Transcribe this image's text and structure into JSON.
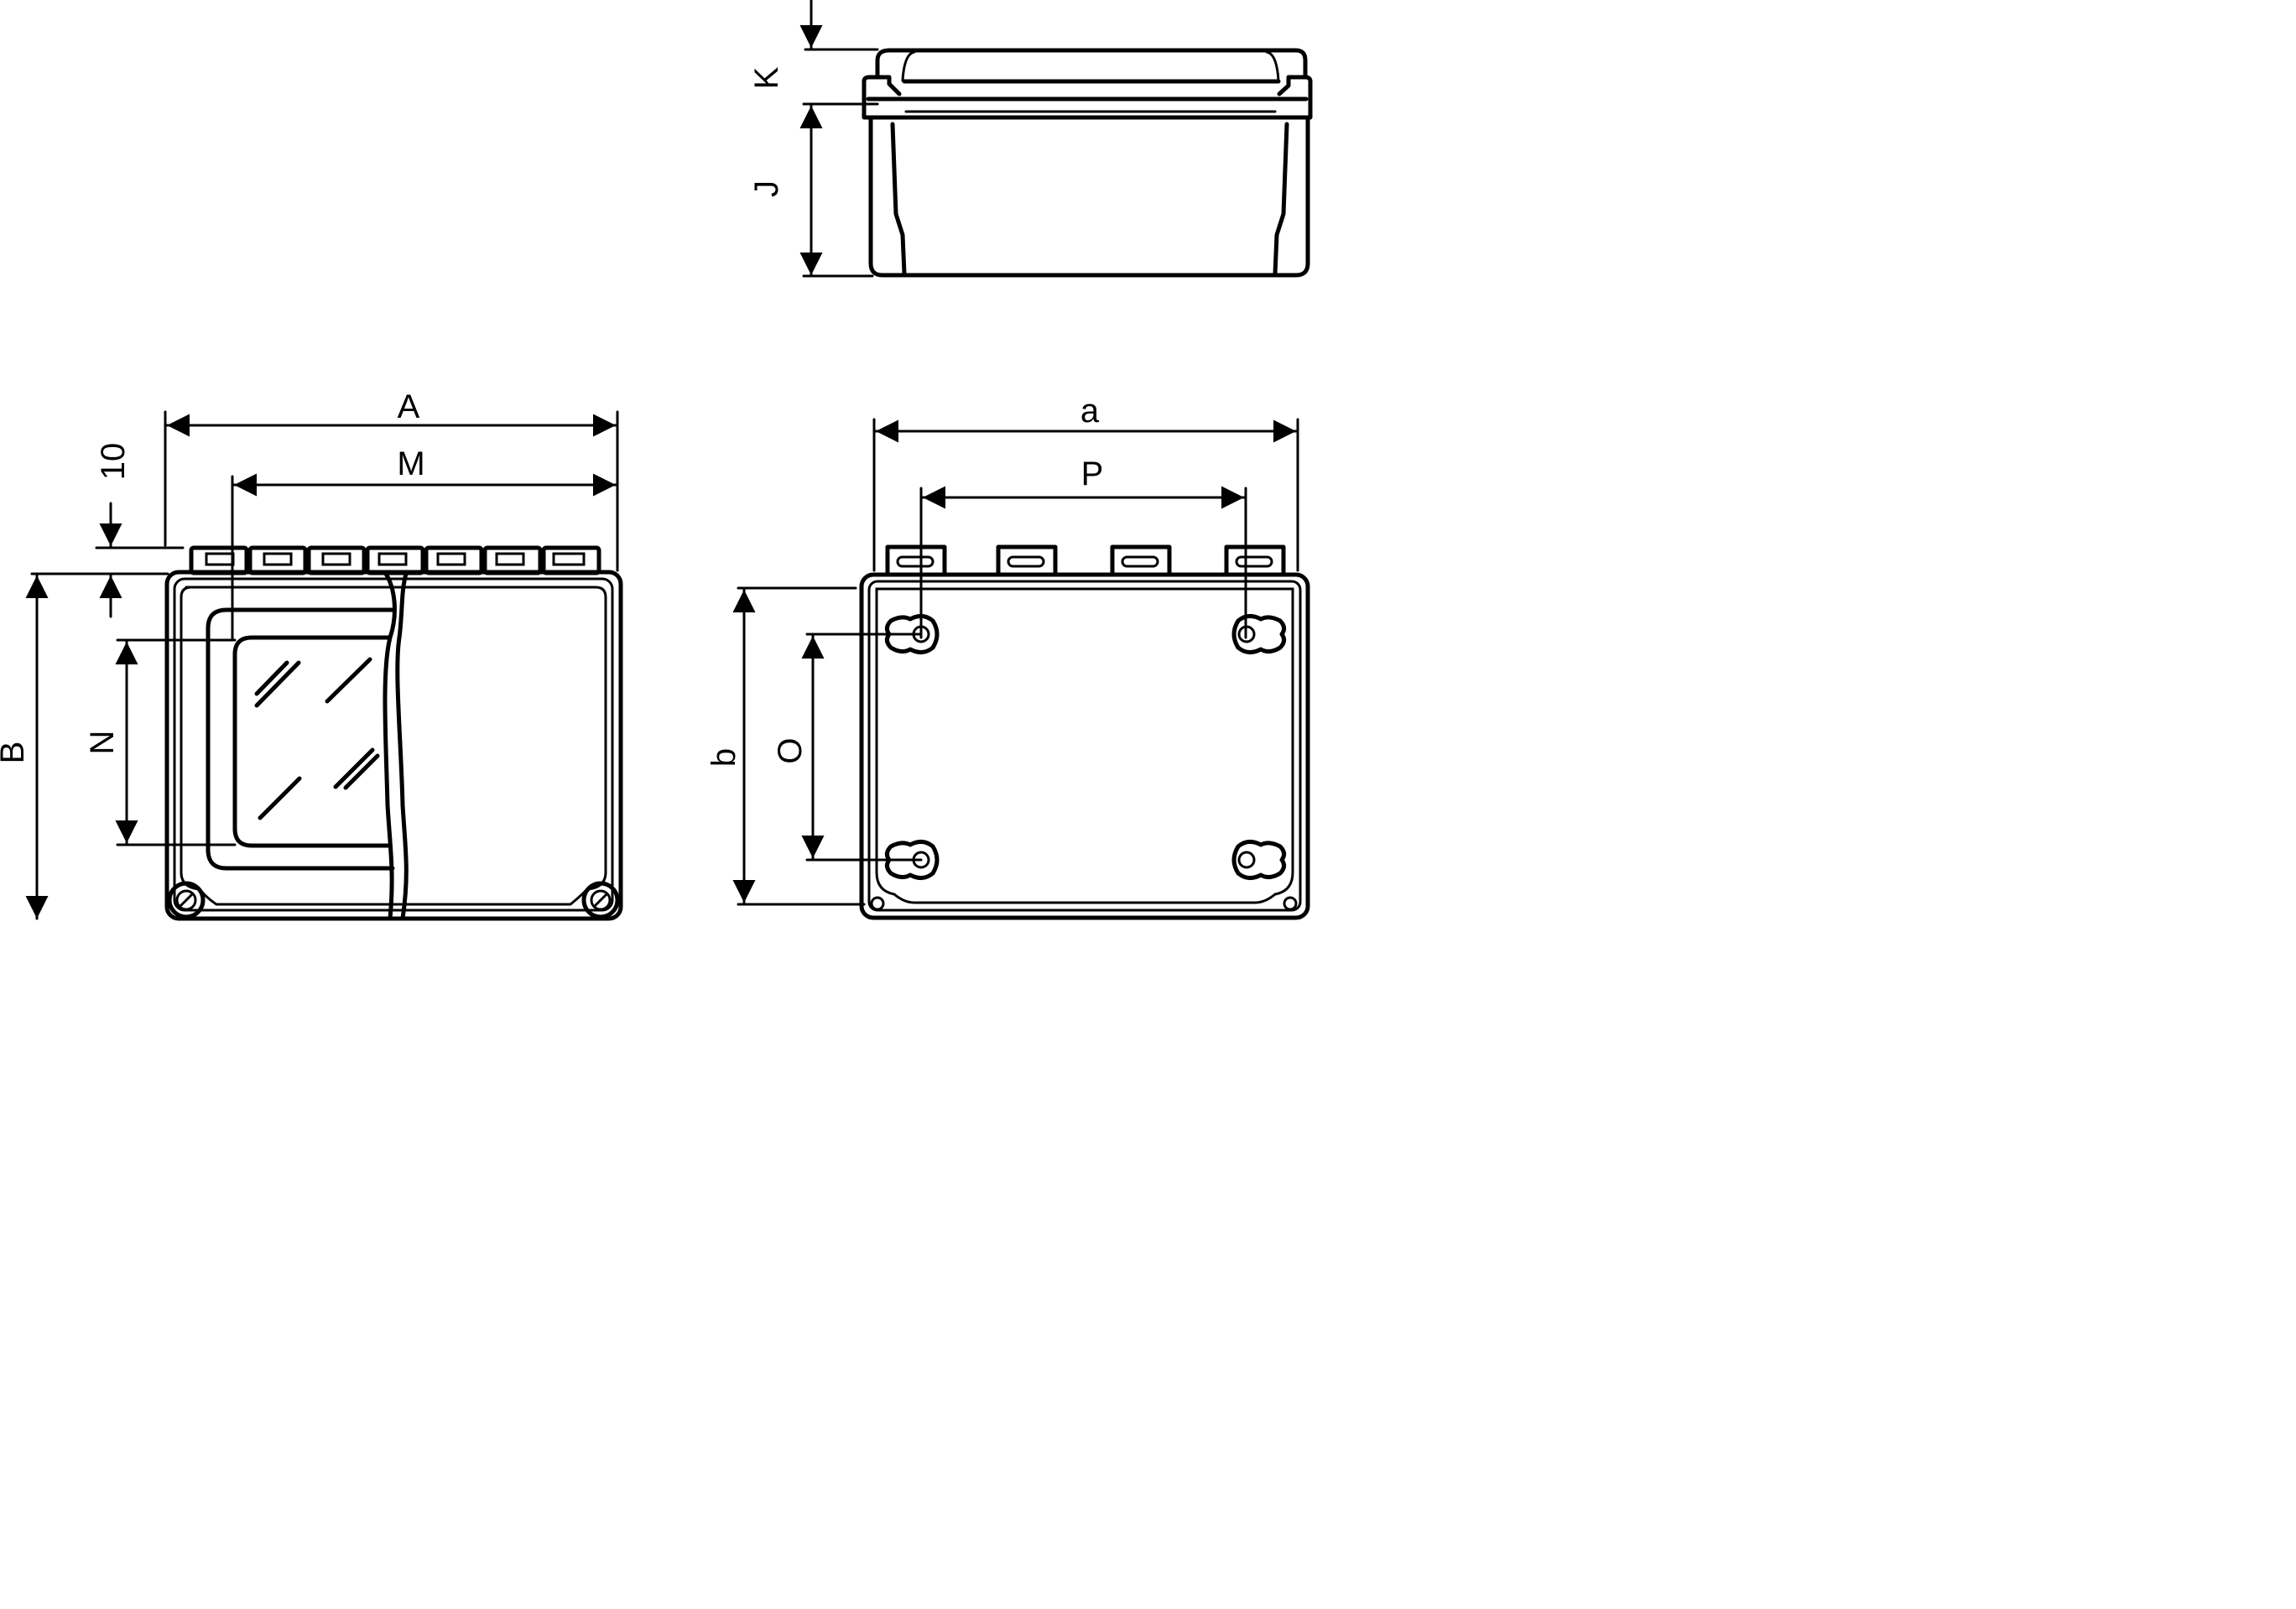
{
  "dimensions": {
    "K": "K",
    "J": "J",
    "A": "A",
    "M": "M",
    "ten": "10",
    "B": "B",
    "N": "N",
    "a": "a",
    "P": "P",
    "b": "b",
    "O": "O"
  },
  "views": [
    "side-view",
    "front-view",
    "back-view"
  ],
  "colors": {
    "line": "#000000",
    "background": "#ffffff"
  }
}
